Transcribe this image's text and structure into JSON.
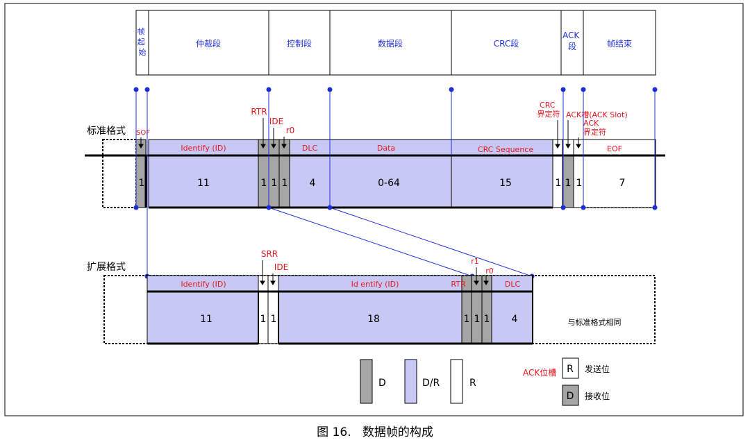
{
  "segments": [
    {
      "label": "帧\n起\n始"
    },
    {
      "label": "仲裁段"
    },
    {
      "label": "控制段"
    },
    {
      "label": "数据段"
    },
    {
      "label": "CRC段"
    },
    {
      "label": "ACK\n段"
    },
    {
      "label": "帧结束"
    }
  ],
  "standard": {
    "title": "标准格式",
    "top_labels": {
      "sof": "SOF",
      "rtr": "RTR",
      "ide": "IDE",
      "r0": "r0",
      "crc_delim": "CRC\n界定符",
      "ack_slot": "ACK槽(ACK Slot)",
      "ack_delim": "ACK\n界定符"
    },
    "fields": {
      "identify": "Identify (ID)",
      "dlc": "DLC",
      "data": "Data",
      "crc_seq": "CRC Sequence",
      "eof": "EOF"
    },
    "bits": {
      "sof": "1",
      "id": "11",
      "rtr": "1",
      "ide": "1",
      "r0": "1",
      "dlc": "4",
      "data": "0-64",
      "crc": "15",
      "crc_delim": "1",
      "ack": "1",
      "ack_delim": "1",
      "eof": "7"
    }
  },
  "extended": {
    "title": "扩展格式",
    "top_labels": {
      "srr": "SRR",
      "ide": "IDE",
      "r1": "r1",
      "r0": "r0"
    },
    "fields": {
      "identify1": "Identify (ID)",
      "identify2": "Id entify (ID)",
      "rtr": "RTR",
      "dlc": "DLC"
    },
    "bits": {
      "id1": "11",
      "srr": "1",
      "ide": "1",
      "id2": "18",
      "rtr": "1",
      "r1": "1",
      "r0": "1",
      "dlc": "4"
    },
    "same_as_standard": "与标准格式相同"
  },
  "legend": {
    "d": "D",
    "dr": "D/R",
    "r": "R",
    "ack_title": "ACK位槽",
    "ack_r": "R",
    "ack_r_text": "发送位",
    "ack_d": "D",
    "ack_d_text": "接收位"
  },
  "caption": "图 16.   数据帧的构成",
  "colors": {
    "blue": "#1e2fd6",
    "red": "#e8141e",
    "purple_fill": "#c8c8f5",
    "dominant_gray": "#a5a5a5"
  }
}
